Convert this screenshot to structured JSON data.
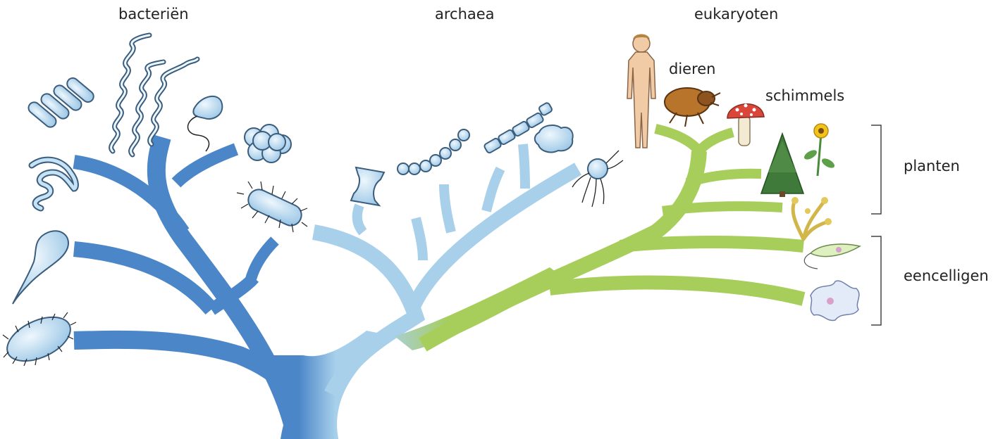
{
  "labels": {
    "bacteria": "bacteriën",
    "archaea": "archaea",
    "eukaryotes": "eukaryoten",
    "animals": "dieren",
    "fungi": "schimmels",
    "plants": "planten",
    "unicellular": "eencelligen"
  },
  "colors": {
    "bacteria_branch": "#4a86c8",
    "archaea_branch": "#a8d0eb",
    "eukaryote_branch": "#a7cd5a",
    "organism_fill": "#c6e2f5",
    "organism_stroke": "#5a7fa0"
  }
}
